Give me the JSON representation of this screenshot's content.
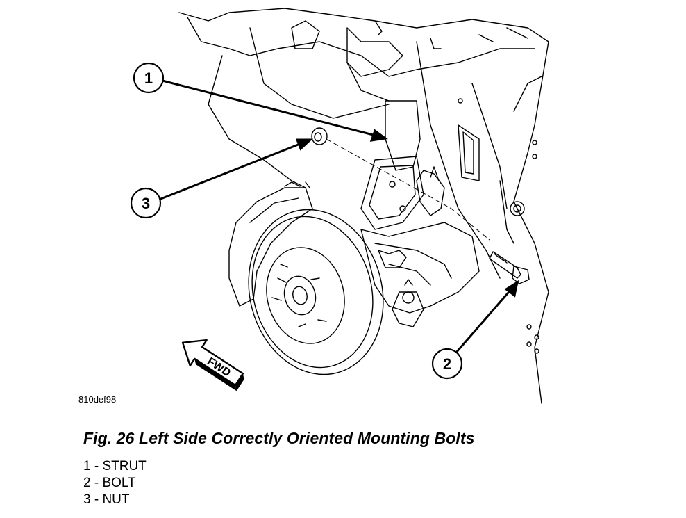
{
  "figure": {
    "code": "810def98",
    "caption": "Fig. 26 Left Side Correctly Oriented Mounting Bolts",
    "callouts": [
      "1",
      "2",
      "3"
    ],
    "forward_arrow_label": "FWD"
  },
  "legend": [
    {
      "number": "1",
      "label": "STRUT",
      "text": "1 - STRUT"
    },
    {
      "number": "2",
      "label": "BOLT",
      "text": "2 - BOLT"
    },
    {
      "number": "3",
      "label": "NUT",
      "text": "3 - NUT"
    }
  ]
}
